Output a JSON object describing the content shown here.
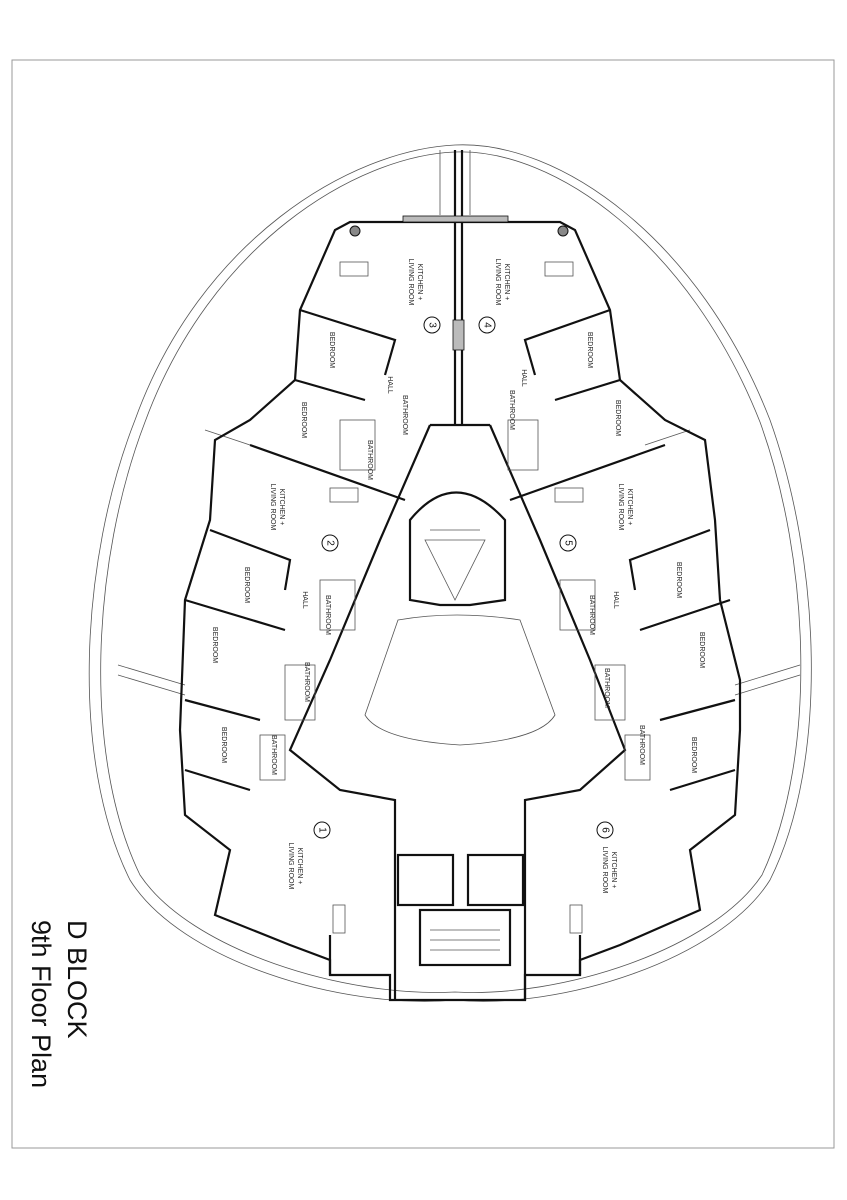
{
  "title": {
    "line1": "D BLOCK",
    "line2": "9th Floor Plan"
  },
  "labels": {
    "kitchen_line1": "KITCHEN +",
    "kitchen_line2": "LIVING ROOM",
    "bedroom": "BEDROOM",
    "bathroom": "BATHROOM",
    "hall": "HALL"
  },
  "units": [
    "1",
    "2",
    "3",
    "4",
    "5",
    "6"
  ]
}
